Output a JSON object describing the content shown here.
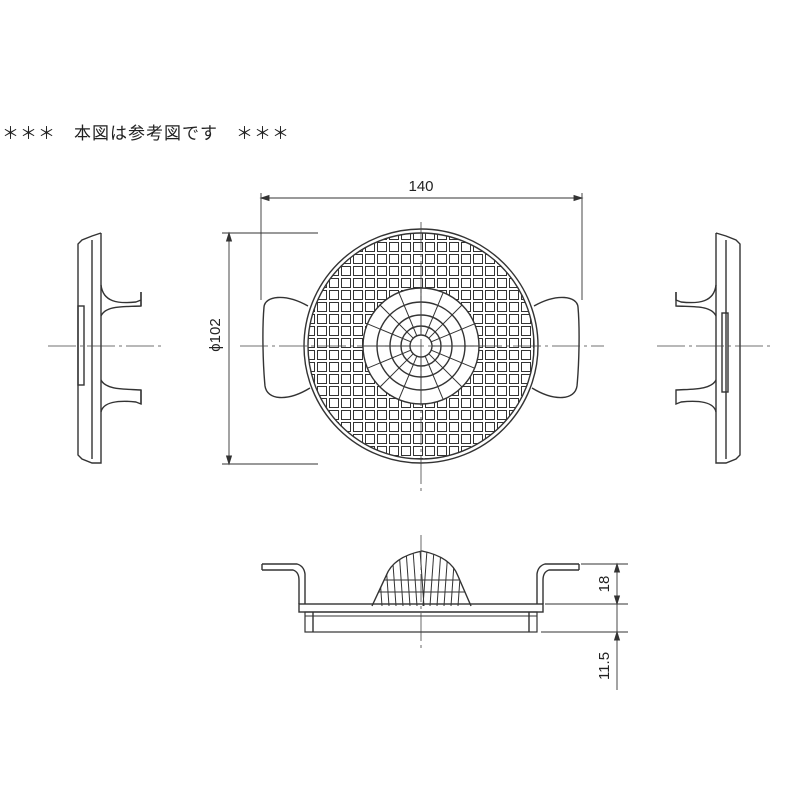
{
  "note": "＊＊＊　本図は参考図です　＊＊＊",
  "dimensions": {
    "width": "140",
    "diameter": "ϕ102",
    "height": "18",
    "depth": "11.5"
  },
  "colors": {
    "line": "#333333",
    "center_line": "#444444"
  }
}
